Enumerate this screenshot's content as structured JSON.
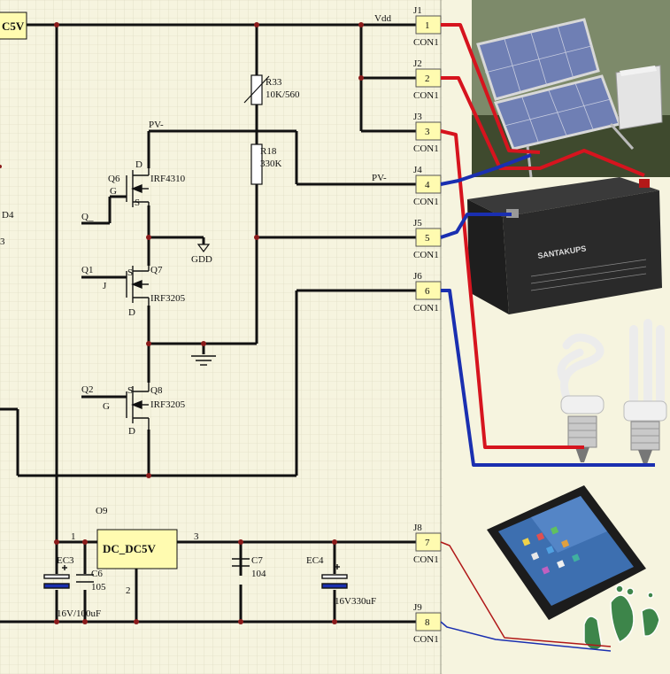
{
  "schematic": {
    "power_block_label": "C5V",
    "vdd_label": "Vdd",
    "pv_minus_top": "PV-",
    "pv_minus_right": "PV-",
    "gdd_label": "GDD",
    "d4_label": "D4",
    "d4_sub": "3",
    "r33": {
      "ref": "R33",
      "value": "10K/560"
    },
    "r18": {
      "ref": "R18",
      "value": "330K"
    },
    "q6": {
      "ref": "Q6",
      "part": "IRF4310",
      "d": "D",
      "g": "G",
      "s": "S"
    },
    "q7": {
      "ref": "Q7",
      "part": "IRF3205",
      "s": "S",
      "g": "J",
      "d": "D"
    },
    "q8": {
      "ref": "Q8",
      "part": "IRF3205",
      "s": "S",
      "g": "G",
      "d": "D"
    },
    "net_q_top": "Q_",
    "net_q1": "Q1",
    "net_q2": "Q2",
    "o9": {
      "ref": "O9",
      "name": "DC_DC5V",
      "pin1": "1",
      "pin2": "2",
      "pin3": "3"
    },
    "ec3": {
      "ref": "EC3",
      "value": "16V/100uF"
    },
    "c6": {
      "ref": "C6",
      "value": "105"
    },
    "c7": {
      "ref": "C7",
      "value": "104"
    },
    "ec4": {
      "ref": "EC4",
      "value": "16V330uF"
    },
    "connectors": [
      {
        "ref": "J1",
        "pin": "1",
        "type": "CON1"
      },
      {
        "ref": "J2",
        "pin": "2",
        "type": "CON1"
      },
      {
        "ref": "J3",
        "pin": "3",
        "type": "CON1"
      },
      {
        "ref": "J4",
        "pin": "4",
        "type": "CON1"
      },
      {
        "ref": "J5",
        "pin": "5",
        "type": "CON1"
      },
      {
        "ref": "J6",
        "pin": "6",
        "type": "CON1"
      },
      {
        "ref": "J8",
        "pin": "7",
        "type": "CON1"
      },
      {
        "ref": "J9",
        "pin": "8",
        "type": "CON1"
      }
    ]
  },
  "photos": {
    "battery_brand": "SANTAKUPS"
  },
  "colors": {
    "positive_wire": "#d6141e",
    "negative_wire": "#1a2fb0",
    "component_fill": "#fffbb0"
  }
}
